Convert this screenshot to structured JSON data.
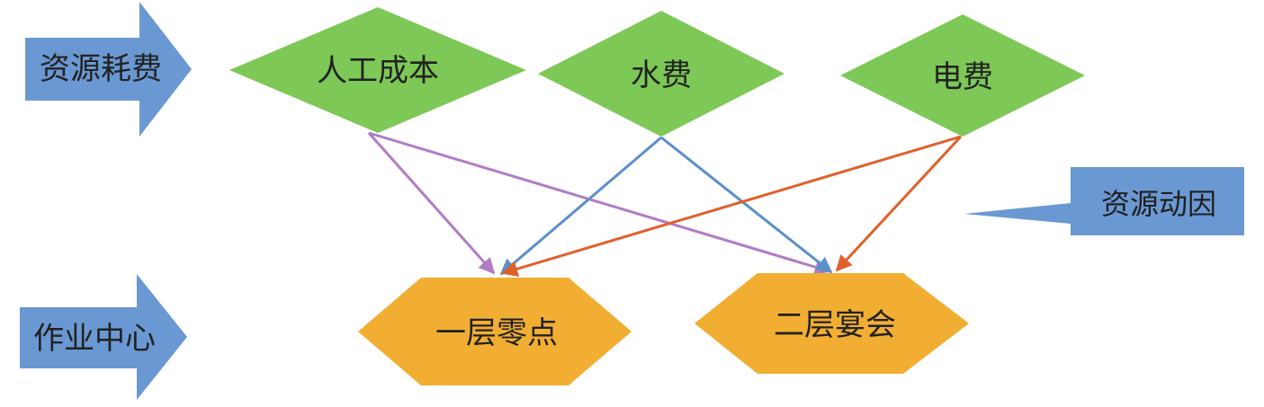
{
  "labels": {
    "resource_consumption": "资源耗费",
    "activity_center": "作业中心",
    "resource_driver": "资源动因"
  },
  "resources": [
    {
      "id": "labor",
      "name": "人工成本"
    },
    {
      "id": "water",
      "name": "水费"
    },
    {
      "id": "electric",
      "name": "电费"
    }
  ],
  "centers": [
    {
      "id": "floor1",
      "name": "一层零点"
    },
    {
      "id": "floor2",
      "name": "二层宴会"
    }
  ],
  "links": [
    {
      "from": "labor",
      "to": "floor1",
      "color": "#B07CC6"
    },
    {
      "from": "labor",
      "to": "floor2",
      "color": "#B07CC6"
    },
    {
      "from": "water",
      "to": "floor1",
      "color": "#5B8FC9"
    },
    {
      "from": "water",
      "to": "floor2",
      "color": "#5B8FC9"
    },
    {
      "from": "electric",
      "to": "floor1",
      "color": "#E0602A"
    },
    {
      "from": "electric",
      "to": "floor2",
      "color": "#E0602A"
    }
  ],
  "colors": {
    "resource_fill": "#7DC856",
    "center_fill": "#F2AE33",
    "arrow_fill": "#6A98D2",
    "callout_fill": "#6A98D2"
  }
}
